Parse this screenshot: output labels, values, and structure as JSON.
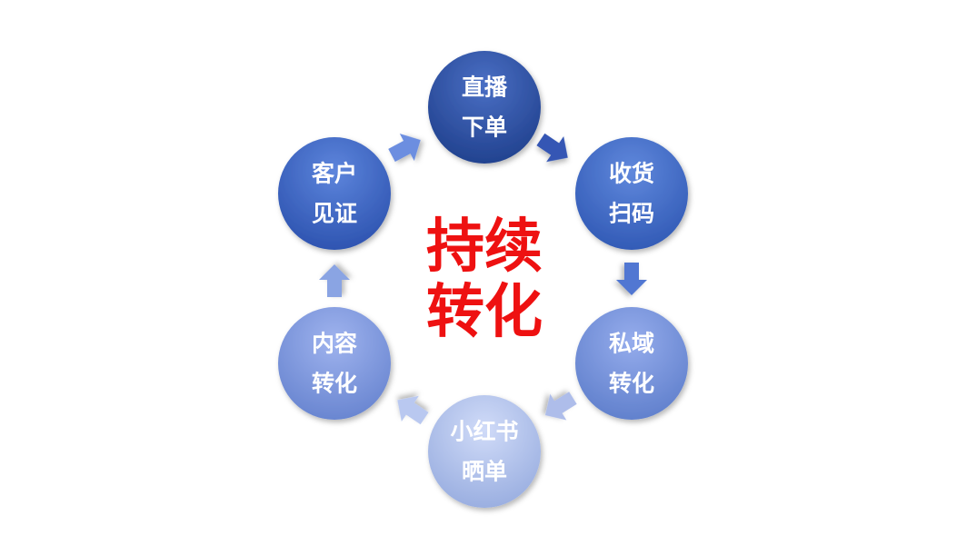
{
  "diagram": {
    "center": {
      "lines": [
        "持续",
        "转化"
      ],
      "color": "#ee1111"
    },
    "nodes": [
      {
        "id": "live-order",
        "lines": [
          "直播",
          "下单"
        ],
        "color_light": "#4a6fc4",
        "color_dark": "#1f3f8c"
      },
      {
        "id": "receive-scan",
        "lines": [
          "收货",
          "扫码"
        ],
        "color_light": "#6088dc",
        "color_dark": "#2f58b4"
      },
      {
        "id": "private-domain",
        "lines": [
          "私域",
          "转化"
        ],
        "color_light": "#95acec",
        "color_dark": "#5e7ecb"
      },
      {
        "id": "xiaohongshu",
        "lines": [
          "小红书",
          "晒单"
        ],
        "color_light": "#d0dbf8",
        "color_dark": "#97acdf"
      },
      {
        "id": "content",
        "lines": [
          "内容",
          "转化"
        ],
        "color_light": "#9fb3ee",
        "color_dark": "#6683cf"
      },
      {
        "id": "testimonial",
        "lines": [
          "客户",
          "见证"
        ],
        "color_light": "#5d85dc",
        "color_dark": "#2b51ae"
      }
    ],
    "arrows": [
      {
        "id": "live-to-receive",
        "color": "#3556b4"
      },
      {
        "id": "receive-to-private",
        "color": "#5177d2"
      },
      {
        "id": "private-to-xhs",
        "color": "#aebdea"
      },
      {
        "id": "xhs-to-content",
        "color": "#b9c8f0"
      },
      {
        "id": "content-to-testimonial",
        "color": "#8aa4e3"
      },
      {
        "id": "testimonial-to-live",
        "color": "#6c8ee0"
      }
    ]
  }
}
